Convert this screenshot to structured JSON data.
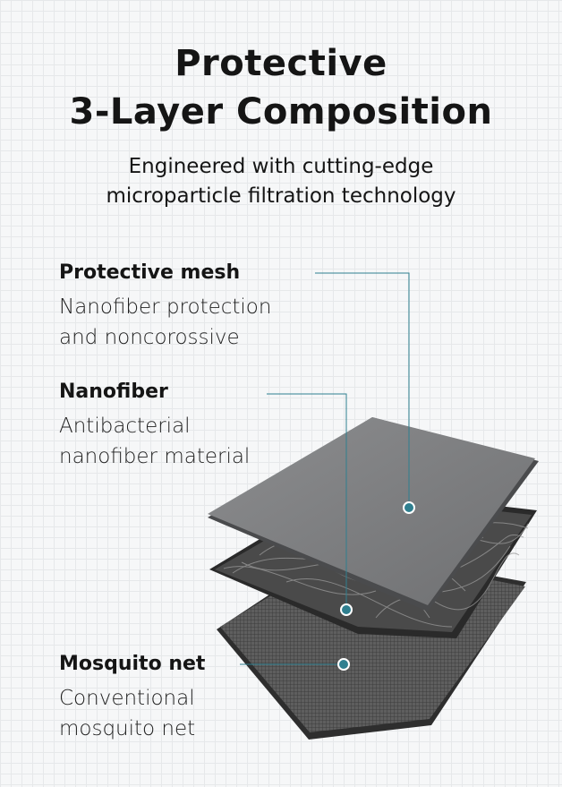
{
  "header": {
    "title_line1": "Protective",
    "title_line2": "3-Layer  Composition",
    "subtitle_line1": "Engineered with cutting-edge",
    "subtitle_line2": "microparticle filtration technology"
  },
  "layers": [
    {
      "name": "Protective mesh",
      "desc_line1": "Nanofiber protection",
      "desc_line2": "and noncorossive"
    },
    {
      "name": "Nanofiber",
      "desc_line1": "Antibacterial",
      "desc_line2": "nanofiber material"
    },
    {
      "name": "Mosquito net",
      "desc_line1": "Conventional",
      "desc_line2": "mosquito net"
    }
  ],
  "colors": {
    "accent_teal": "#2f7f8f",
    "background": "#f6f7f8"
  }
}
